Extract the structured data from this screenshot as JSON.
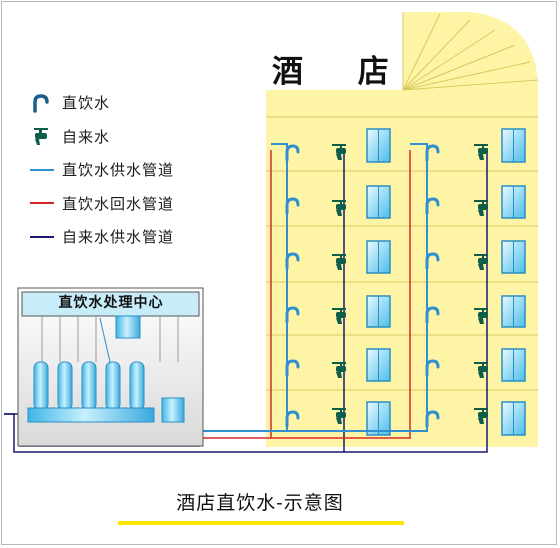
{
  "hotel_name": "酒 店",
  "legend": [
    {
      "label": "直饮水",
      "kind": "faucet-blue",
      "color": "#1a5e8c"
    },
    {
      "label": "自来水",
      "kind": "tap-green",
      "color": "#0e5e49"
    },
    {
      "label": "直饮水供水管道",
      "kind": "line",
      "color": "#2f8fd0"
    },
    {
      "label": "直饮水回水管道",
      "kind": "line",
      "color": "#d62828"
    },
    {
      "label": "自来水供水管道",
      "kind": "line",
      "color": "#1a1a6e"
    }
  ],
  "treatment_center": {
    "title": "直饮水处理中心"
  },
  "caption": "酒店直饮水-示意图",
  "colors": {
    "building": "#fdf4a6",
    "window": "#66c9ef",
    "tank": "#5fc4ec",
    "supply": "#2f8fd0",
    "return": "#d62828",
    "tap": "#1a1a6e",
    "caption_bar": "#ffe600"
  }
}
